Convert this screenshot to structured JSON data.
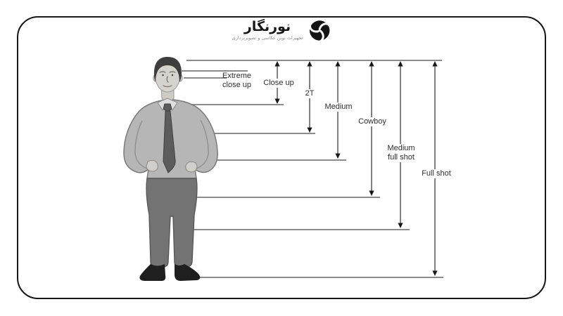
{
  "brand": {
    "name": "نورنگار",
    "tagline": "تجهیزات نوین عکاسی و تصویربرداری",
    "icon": "pinwheel-shutter-icon"
  },
  "diagram": {
    "figure_icon": "standing-man-illustration",
    "shots": {
      "extreme_close_up": "Extreme\nclose up",
      "close_up": "Close up",
      "two_t": "2T",
      "medium": "Medium",
      "cowboy": "Cowboy",
      "medium_full_shot": "Medium\nfull shot",
      "full_shot": "Full shot"
    }
  },
  "colors": {
    "background": "#ffffff",
    "frame_border": "#161616",
    "guide_line": "#8c8c8c",
    "arrow": "#4c4c4c",
    "arrowhead": "#181818",
    "label_text": "#2d2d2d",
    "brand_text": "#161616"
  }
}
